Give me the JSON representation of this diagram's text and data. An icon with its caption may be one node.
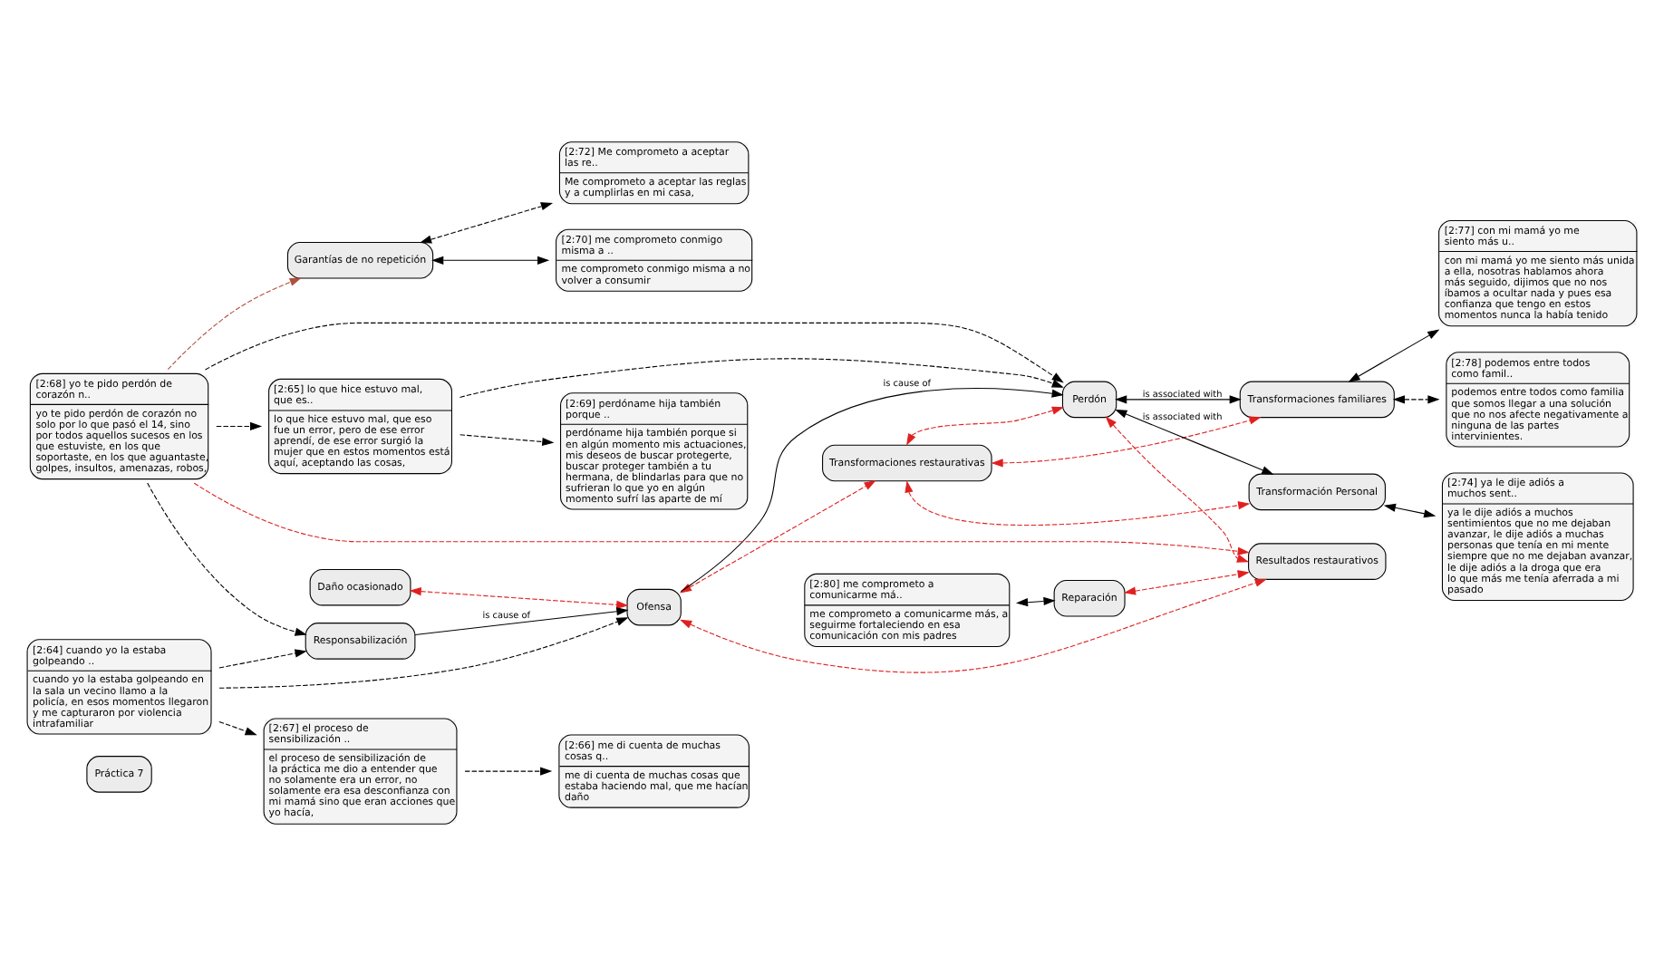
{
  "diagram": {
    "nodes": [
      {
        "text": [
          "Práctica 7"
        ]
      },
      {
        "text": [
          "Daño ocasionado"
        ]
      },
      {
        "text": [
          "[2:80] me comprometo a comunicarme má..",
          "me comprometo a comunicarme más, a seguirme fortaleciendo en esa comunicación con mis padres"
        ]
      },
      {
        "text": [
          "Ofensa"
        ]
      },
      {
        "text": [
          "[2:64] cuando yo la estaba golpeando ..",
          "cuando yo la estaba golpeando en la sala un vecino llamo a la policía, en esos momentos llegaron y me capturaron por violencia intrafamiliar"
        ]
      },
      {
        "text": [
          "[2:67] el proceso de sensibilización ..",
          "el proceso de sensibilización de la práctica me dio a entender que no solamente era un error, no solamente era esa desconfianza con mi mamá sino que eran acciones que yo hacía,"
        ]
      },
      {
        "text": [
          "[2:66] me di cuenta de muchas cosas q..",
          "me di cuenta de muchas cosas que estaba haciendo mal, que me hacían daño"
        ]
      },
      {
        "text": [
          "Responsabilización"
        ]
      },
      {
        "text": [
          "[2:68] yo te pido perdón de corazón n..",
          "yo te pido perdón de corazón no solo por lo que pasó el 14, sino por todos aquellos sucesos en los que estuviste, en los que soportaste, en los que aguantaste, golpes, insultos, amenazas, robos,"
        ]
      },
      {
        "text": [
          "[2:69] perdóname hija también porque ..",
          "perdóname hija también porque si en algún momento mis actuaciones, mis deseos de buscar protegerte, buscar proteger también a tu hermana, de blindarlas para que no sufrieran lo que yo en algún momento sufrí las aparte de mí"
        ]
      },
      {
        "text": [
          "Reparación"
        ]
      },
      {
        "text": [
          "Resultados restaurativos"
        ]
      },
      {
        "text": [
          "[2:65] lo que hice estuvo mal, que es..",
          "lo que hice estuvo mal, que eso fue un error, pero de ese error aprendí, de ese error surgió la mujer que en estos momentos está aquí, aceptando las cosas,"
        ]
      },
      {
        "text": [
          "Transformaciones restaurativas"
        ]
      },
      {
        "text": [
          "Perdón"
        ]
      },
      {
        "text": [
          "Transformación Personal"
        ]
      },
      {
        "text": [
          "Transformaciones familiares"
        ]
      },
      {
        "text": [
          "[2:74] ya le dije adiós a muchos sent..",
          "ya le dije adiós a muchos sentimientos que no me dejaban avanzar, le dije adiós a muchas personas que tenía en mi mente siempre que no me dejaban avanzar, le dije adiós a la droga que era lo que más me tenía aferrada a mi pasado"
        ]
      },
      {
        "text": [
          "[2:77] con mi mamá yo me siento más u..",
          "con mi mamá yo me siento más unida a ella, nosotras hablamos ahora más seguido, dijimos que no nos íbamos a ocultar nada y pues esa confianza que tengo en estos momentos nunca la había tenido"
        ]
      },
      {
        "text": [
          "[2:78] podemos entre todos como famil..",
          "podemos entre todos como familia que somos llegar a una solución que no nos afecte negativamente a ninguna de las partes intervinientes."
        ]
      },
      {
        "text": [
          "Garantías de no repetición"
        ]
      },
      {
        "text": [
          "[2:72] Me comprometo a aceptar las re..",
          "Me comprometo a aceptar las reglas y a cumplirlas en mi casa,"
        ]
      },
      {
        "text": [
          "[2:70] me comprometo conmigo misma a ..",
          "me comprometo conmigo misma a no volver a consumir"
        ]
      }
    ],
    "edges": [
      {
        "from": 1,
        "to": 3,
        "arrow": "both",
        "style": "dashed",
        "color": "#e02020"
      },
      {
        "from": 4,
        "to": 3,
        "arrow": "to",
        "style": "dashed"
      },
      {
        "from": 4,
        "to": 5,
        "arrow": "to",
        "style": "dashed"
      },
      {
        "from": 5,
        "to": 6,
        "arrow": "to",
        "style": "dashed"
      },
      {
        "from": 2,
        "to": 10,
        "arrow": "both"
      },
      {
        "from": 3,
        "to": 13,
        "arrow": "both",
        "style": "dashed",
        "color": "#e02020"
      },
      {
        "from": 7,
        "to": 3,
        "arrow": "to",
        "label": "is cause of"
      },
      {
        "from": 3,
        "to": 14,
        "arrow": "to",
        "label": "is cause of"
      },
      {
        "from": 3,
        "to": 11,
        "arrow": "both",
        "style": "dashed",
        "color": "#e02020"
      },
      {
        "from": 10,
        "to": 11,
        "arrow": "both",
        "style": "dashed",
        "color": "#e02020"
      },
      {
        "from": 4,
        "to": 7,
        "arrow": "to",
        "style": "dashed"
      },
      {
        "from": 8,
        "to": 7,
        "arrow": "to",
        "style": "dashed"
      },
      {
        "from": 8,
        "to": 11,
        "arrow": "to",
        "style": "dashed",
        "color": "#e02020"
      },
      {
        "from": 14,
        "to": 11,
        "arrow": "both",
        "style": "dashed",
        "color": "#e02020"
      },
      {
        "from": 8,
        "to": 14,
        "arrow": "to",
        "style": "dashed"
      },
      {
        "from": 8,
        "to": 12,
        "arrow": "to",
        "style": "dashed"
      },
      {
        "from": 12,
        "to": 14,
        "arrow": "to",
        "style": "dashed"
      },
      {
        "from": 12,
        "to": 9,
        "arrow": "to",
        "style": "dashed"
      },
      {
        "from": 8,
        "to": 20,
        "arrow": "to",
        "style": "dashed",
        "color": "#b05040"
      },
      {
        "from": 13,
        "to": 14,
        "arrow": "both",
        "style": "dashed",
        "color": "#e02020"
      },
      {
        "from": 13,
        "to": 15,
        "arrow": "both",
        "style": "dashed",
        "color": "#e02020"
      },
      {
        "from": 14,
        "to": 15,
        "arrow": "both",
        "label": "is associated with"
      },
      {
        "from": 13,
        "to": 16,
        "arrow": "both",
        "style": "dashed",
        "color": "#e02020"
      },
      {
        "from": 14,
        "to": 16,
        "arrow": "both",
        "label": "is associated with"
      },
      {
        "from": 15,
        "to": 17,
        "arrow": "both"
      },
      {
        "from": 16,
        "to": 18,
        "arrow": "both"
      },
      {
        "from": 16,
        "to": 19,
        "arrow": "both",
        "style": "dashed"
      },
      {
        "from": 20,
        "to": 22,
        "arrow": "both"
      },
      {
        "from": 20,
        "to": 21,
        "arrow": "both",
        "style": "dashed"
      }
    ]
  }
}
